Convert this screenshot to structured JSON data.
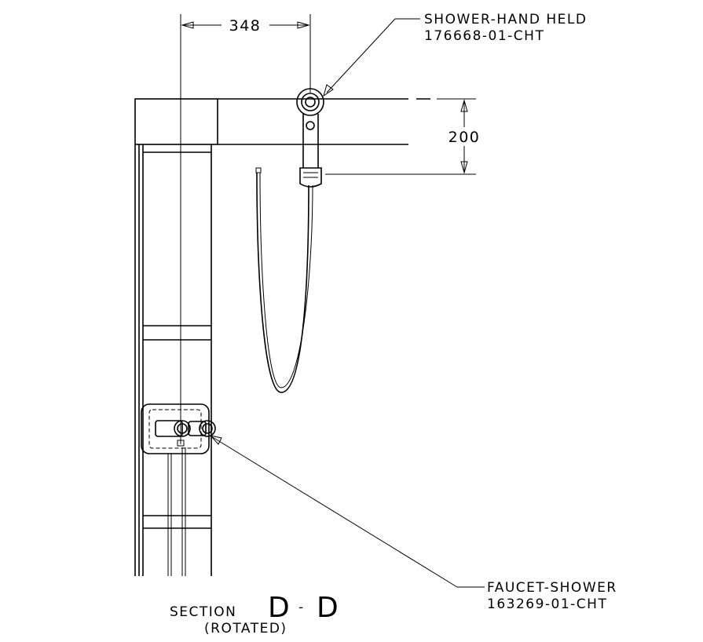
{
  "dimensions": {
    "horizontal_spacing": "348",
    "vertical_height": "200"
  },
  "callouts": {
    "hand_shower": {
      "title": "SHOWER-HAND HELD",
      "part_number": "176668-01-CHT"
    },
    "faucet": {
      "title": "FAUCET-SHOWER",
      "part_number": "163269-01-CHT"
    }
  },
  "section": {
    "prefix": "SECTION",
    "letter_left": "D",
    "separator": "-",
    "letter_right": "D",
    "note": "(ROTATED)"
  }
}
